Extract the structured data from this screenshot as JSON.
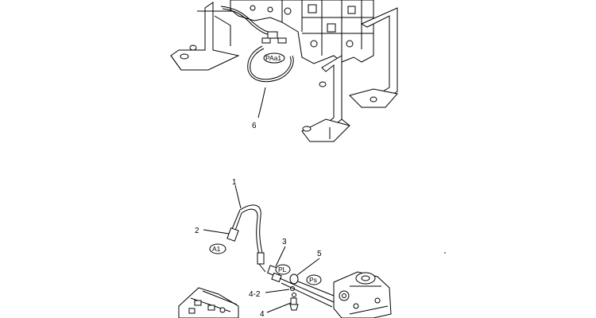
{
  "callouts": {
    "c6": "6",
    "c1": "1",
    "c2": "2",
    "c3": "3",
    "c5": "5",
    "c4_2": "4-2",
    "c4": "4"
  },
  "port_tags": {
    "paa1": "PAa1",
    "a1": "A1",
    "pl": "PL",
    "ps": "Ps"
  }
}
